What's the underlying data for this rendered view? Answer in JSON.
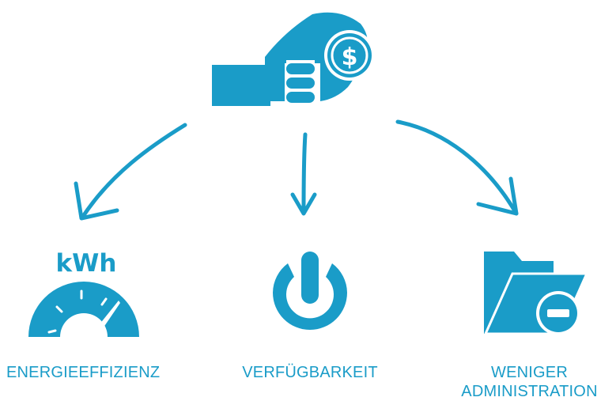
{
  "colors": {
    "primary": "#1a9cc8",
    "background": "#ffffff"
  },
  "source": {
    "icon": "hand-holding-dollar-coin-icon",
    "coin_symbol": "$"
  },
  "outcomes": [
    {
      "icon": "kwh-gauge-icon",
      "icon_text": "kWh",
      "label": "ENERGIEEFFIZIENZ"
    },
    {
      "icon": "power-button-icon",
      "label": "VERFÜGBARKEIT"
    },
    {
      "icon": "folder-minus-icon",
      "label": "WENIGER\nADMINISTRATION"
    }
  ]
}
